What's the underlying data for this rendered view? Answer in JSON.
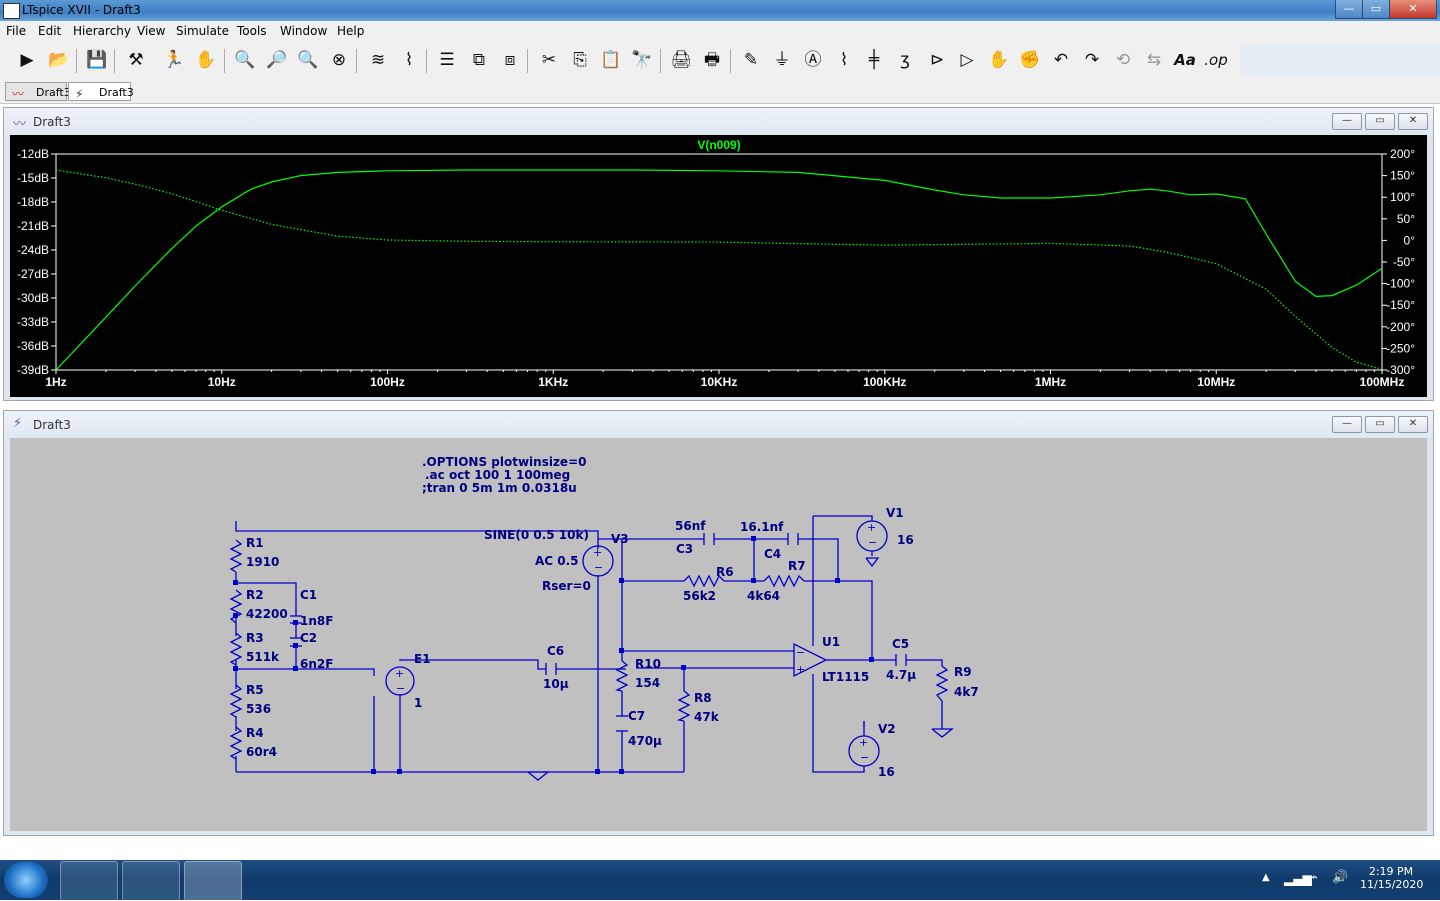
{
  "window": {
    "title": "LTspice XVII - Draft3",
    "controls": {
      "minimize": "—",
      "maximize": "▭",
      "close": "✕"
    }
  },
  "menu": [
    "File",
    "Edit",
    "Hierarchy",
    "View",
    "Simulate",
    "Tools",
    "Window",
    "Help"
  ],
  "toolbar": {
    "icons": [
      "run-icon",
      "open-icon",
      "save-icon",
      "control-panel-icon",
      "halt-icon",
      "pan-icon",
      "zoom-in-icon",
      "zoom-full-icon",
      "zoom-out-icon",
      "zoom-cancel-icon",
      "autorange-icon",
      "waveform-icon",
      "tile-horizontal-icon",
      "cascade-icon",
      "tile-vertical-icon",
      "cut-icon",
      "copy-icon",
      "paste-icon",
      "find-icon",
      "print-setup-icon",
      "print-icon",
      "draw-wire-icon",
      "ground-icon",
      "label-net-icon",
      "resistor-icon",
      "capacitor-icon",
      "inductor-icon",
      "diode-icon",
      "component-icon",
      "move-icon",
      "drag-icon",
      "undo-icon",
      "redo-icon",
      "rotate-icon",
      "mirror-icon",
      "text-icon",
      "spice-directive-icon"
    ],
    "text_glyphs": {
      "aa": "Aa",
      "op": ".op"
    }
  },
  "tabs": [
    {
      "label": "Draft3",
      "kind": "plot"
    },
    {
      "label": "Draft3",
      "kind": "schematic"
    }
  ],
  "plot_window": {
    "title": "Draft3"
  },
  "schematic_window": {
    "title": "Draft3"
  },
  "chart_data": {
    "type": "line",
    "title": "V(n009)",
    "x_scale": "log",
    "x_range": [
      1,
      100000000
    ],
    "x_ticks": [
      "1Hz",
      "10Hz",
      "100Hz",
      "1KHz",
      "10KHz",
      "100KHz",
      "1MHz",
      "10MHz",
      "100MHz"
    ],
    "y_left_ticks": [
      "-12dB",
      "-15dB",
      "-18dB",
      "-21dB",
      "-24dB",
      "-27dB",
      "-30dB",
      "-33dB",
      "-36dB",
      "-39dB"
    ],
    "y_left_range": [
      -39,
      -12
    ],
    "y_right_ticks": [
      "200°",
      "150°",
      "100°",
      "50°",
      "0°",
      "-50°",
      "-100°",
      "-150°",
      "-200°",
      "-250°",
      "-300°"
    ],
    "y_right_range": [
      -300,
      200
    ],
    "grid": false,
    "colors": {
      "background": "#000000",
      "trace": "#00ff00",
      "axis": "#ffffff"
    },
    "series": [
      {
        "name": "V(n009)",
        "quantity": "magnitude",
        "unit": "dB",
        "style": "solid",
        "x": [
          1,
          2,
          3,
          5,
          7,
          10,
          15,
          20,
          30,
          50,
          100,
          300,
          1000,
          3000,
          10000,
          30000,
          100000,
          200000,
          300000,
          500000,
          1000000,
          2000000,
          3000000,
          4000000,
          5000000,
          7000000,
          10000000,
          15000000,
          20000000,
          30000000,
          40000000,
          50000000,
          70000000,
          100000000
        ],
        "y": [
          -39,
          -32.4,
          -28.5,
          -23.8,
          -21,
          -18.6,
          -16.4,
          -15.5,
          -14.7,
          -14.3,
          -14.1,
          -14.0,
          -14.0,
          -14.0,
          -14.1,
          -14.3,
          -15.3,
          -16.5,
          -17.1,
          -17.5,
          -17.5,
          -17.1,
          -16.6,
          -16.4,
          -16.6,
          -17.1,
          -17.0,
          -17.6,
          -22.0,
          -27.9,
          -29.8,
          -29.7,
          -28.4,
          -26.3
        ]
      },
      {
        "name": "V(n009) phase",
        "quantity": "phase",
        "unit": "deg",
        "style": "dotted",
        "x": [
          1,
          2,
          3,
          5,
          10,
          20,
          50,
          100,
          300,
          1000,
          10000,
          100000,
          300000,
          1000000,
          3000000,
          5000000,
          10000000,
          20000000,
          30000000,
          50000000,
          70000000,
          100000000
        ],
        "y": [
          163,
          145,
          130,
          108,
          70,
          37,
          10,
          1,
          -2,
          -3,
          -4,
          -11,
          -9,
          -7,
          -13,
          -27,
          -54,
          -113,
          -176,
          -248,
          -282,
          -298
        ]
      }
    ]
  },
  "schematic": {
    "directives": [
      ".OPTIONS plotwinsize=0",
      ".ac oct 100 1 100meg",
      ";tran 0 5m 1m 0.0318u"
    ],
    "labels": {
      "R1": "R1",
      "R1v": "1910",
      "R2": "R2",
      "R2v": "42200",
      "R3": "R3",
      "R3v": "511k",
      "R5": "R5",
      "R5v": "536",
      "R4": "R4",
      "R4v": "60r4",
      "C1": "C1",
      "C1v": "1n8F",
      "C2": "C2",
      "C2v": "6n2F",
      "E1": "E1",
      "E1v": "1",
      "C6": "C6",
      "C6v": "10µ",
      "V3": "V3",
      "V3sine": "SINE(0 0.5 10k)",
      "V3ac": "AC 0.5",
      "V3rser": "Rser=0",
      "C3": "C3",
      "C3v": "56nf",
      "C4": "C4",
      "C4v": "16.1nf",
      "R6": "R6",
      "R6v": "56k2",
      "R7": "R7",
      "R7v": "4k64",
      "R10": "R10",
      "R10v": "154",
      "C7": "C7",
      "C7v": "470µ",
      "R8": "R8",
      "R8v": "47k",
      "U1": "U1",
      "U1v": "LT1115",
      "C5": "C5",
      "C5v": "4.7µ",
      "R9": "R9",
      "R9v": "4k7",
      "V1": "V1",
      "V1v": "16",
      "V2": "V2",
      "V2v": "16"
    }
  },
  "taskbar": {
    "clock_time": "2:19 PM",
    "clock_date": "11/15/2020"
  }
}
